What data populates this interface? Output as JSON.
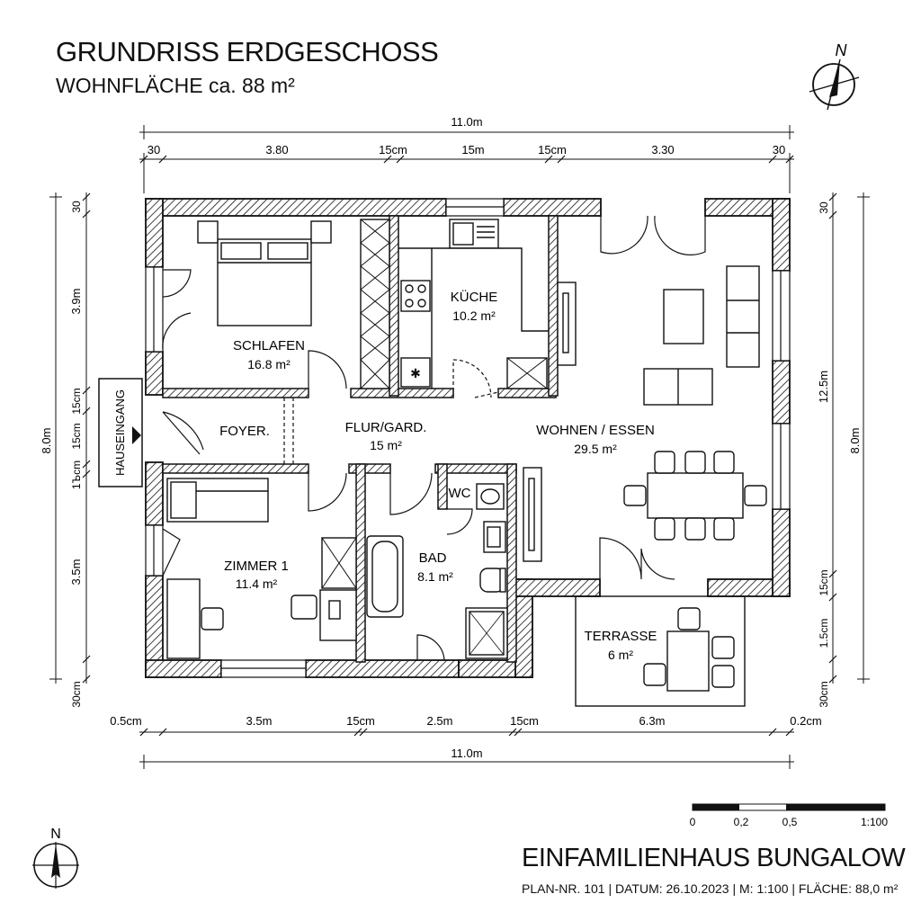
{
  "header": {
    "title": "GRUNDRISS ERDGESCHOSS",
    "subtitle": "WOHNFLÄCHE ca. 88 m²"
  },
  "north_top": {
    "letter": "N"
  },
  "north_bottom": {
    "letter": "N"
  },
  "entrance_label": "HAUSEINGANG",
  "rooms": {
    "schlafen": {
      "name": "SCHLAFEN",
      "area": "16.8 m²"
    },
    "kueche": {
      "name": "KÜCHE",
      "area": "10.2 m²"
    },
    "foyer": {
      "name": "FOYER."
    },
    "flur": {
      "name": "FLUR/GARD.",
      "area": "15 m²"
    },
    "wohnen": {
      "name": "WOHNEN / ESSEN",
      "area": "29.5 m²"
    },
    "wc": {
      "name": "WC"
    },
    "zimmer": {
      "name": "ZIMMER 1",
      "area": "11.4 m²"
    },
    "bad": {
      "name": "BAD",
      "area": "8.1 m²"
    },
    "terrasse": {
      "name": "TERRASSE",
      "area": "6 m²"
    }
  },
  "dimensions": {
    "top_total": "11.0m",
    "top_segments": [
      "30",
      "3.80",
      "15cm",
      "15m",
      "15cm",
      "3.30",
      "30"
    ],
    "bottom_segments": [
      "0.5cm",
      "3.5m",
      "15cm",
      "2.5m",
      "15cm",
      "6.3m",
      "0.2cm"
    ],
    "bottom_total": "11.0m",
    "left_total": "8.0m",
    "left_segments": [
      "30",
      "3.9m",
      "15cm",
      "15cm",
      "1Ъcm",
      "3.5m",
      "30cm"
    ],
    "right_total": "8.0m",
    "right_segments": [
      "30",
      "12.5m",
      "15cm",
      "1.5cm",
      "30cm"
    ]
  },
  "scale_bar": {
    "labels": [
      "0",
      "0,2",
      "0,5",
      "1:100"
    ]
  },
  "footer": {
    "project": "EINFAMILIENHAUS BUNGALOW",
    "meta": "PLAN-NR. 101 | DATUM: 26.10.2023 | M: 1:100 | FLÄCHE: 88,0 m²"
  }
}
